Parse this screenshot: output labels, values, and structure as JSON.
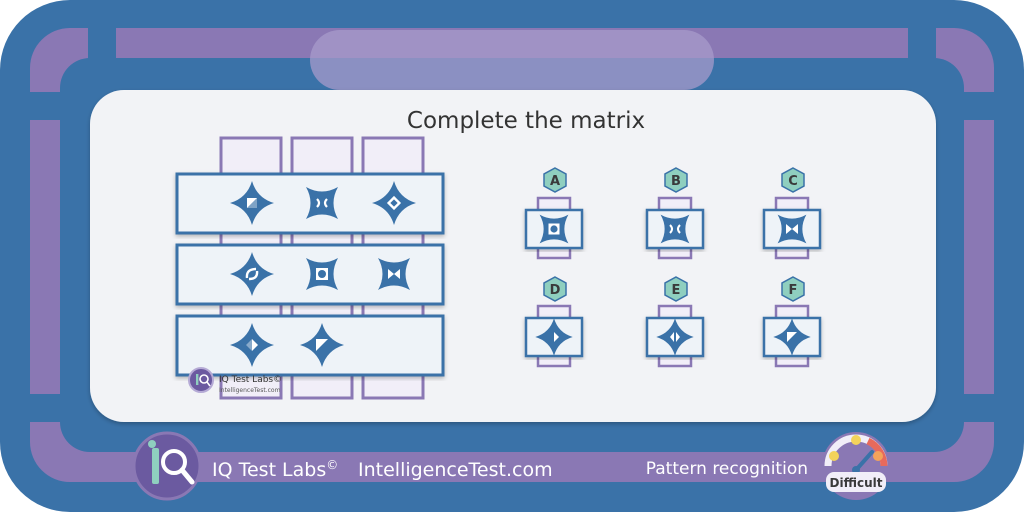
{
  "puzzle": {
    "title": "Complete the matrix"
  },
  "watermark": {
    "brand": "IQ Test Labs©",
    "site": "IntelligenceTest.com"
  },
  "options": [
    {
      "letter": "A",
      "shape": "star-square-ring"
    },
    {
      "letter": "B",
      "shape": "star-two-marks"
    },
    {
      "letter": "C",
      "shape": "star-bowtie"
    },
    {
      "letter": "D",
      "shape": "star-diamond-wedge"
    },
    {
      "letter": "E",
      "shape": "star-diamond-split"
    },
    {
      "letter": "F",
      "shape": "star-diamond-notch"
    }
  ],
  "footer": {
    "brand": "IQ Test Labs",
    "copyright_mark": "©",
    "site": "IntelligenceTest.com",
    "category": "Pattern recognition",
    "difficulty": "Difficult"
  },
  "colors": {
    "frame_blue": "#3a72a8",
    "frame_purple": "#8a78b4",
    "panel_bg": "#f2f3f6",
    "shape_blue": "#3a72a8",
    "option_badge": "#8fcfbf",
    "pale_purple": "#f1eef8"
  }
}
